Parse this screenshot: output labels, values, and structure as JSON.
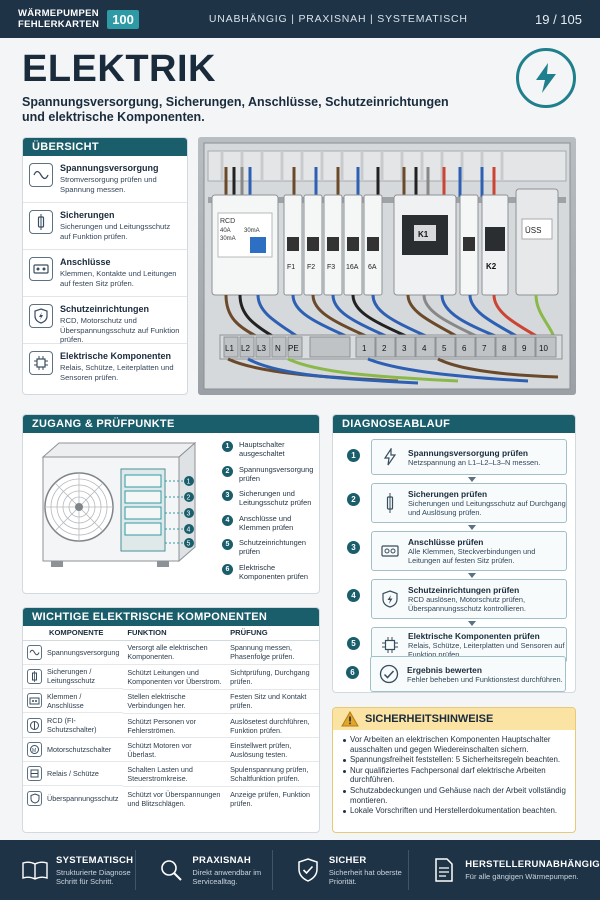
{
  "header": {
    "brand_line1": "WÄRMEPUMPEN",
    "brand_line2": "FEHLERKARTEN",
    "brand_number": "100",
    "tagline": "UNABHÄNGIG | PRAXISNAH | SYSTEMATISCH",
    "page": "19 / 105"
  },
  "hero": {
    "title": "ELEKTRIK",
    "subtitle": "Spannungsversorgung, Sicherungen, Anschlüsse, Schutzeinrichtungen und elektrische Komponenten."
  },
  "overview": {
    "heading": "ÜBERSICHT",
    "items": [
      {
        "icon": "sine-wave-icon",
        "title": "Spannungsversorgung",
        "desc": "Stromversorgung prüfen und Spannung messen."
      },
      {
        "icon": "fuse-icon",
        "title": "Sicherungen",
        "desc": "Sicherungen und Leitungsschutz auf Funktion prüfen."
      },
      {
        "icon": "connector-icon",
        "title": "Anschlüsse",
        "desc": "Klemmen, Kontakte und Leitungen auf festen Sitz prüfen."
      },
      {
        "icon": "shield-bolt-icon",
        "title": "Schutzeinrichtungen",
        "desc": "RCD, Motorschutz und Überspannungsschutz auf Funktion prüfen."
      },
      {
        "icon": "chip-icon",
        "title": "Elektrische Komponenten",
        "desc": "Relais, Schütze, Leiterplatten und Sensoren prüfen."
      }
    ]
  },
  "photo": {
    "rcd_label": "RCD",
    "rcd_rating1": "40A",
    "rcd_rating2": "30mA",
    "rcd_rating3": "30mA",
    "breakers": [
      "F1",
      "F2",
      "F3",
      "16A",
      "6A"
    ],
    "contactor1": "K1",
    "contactor2": "K2",
    "surge": "ÜSS",
    "terminals_left": [
      "L1",
      "L2",
      "L3",
      "N",
      "PE"
    ],
    "terminals_right": [
      "1",
      "2",
      "3",
      "4",
      "5",
      "6",
      "7",
      "8",
      "9",
      "10"
    ]
  },
  "access": {
    "heading": "ZUGANG & PRÜFPUNKTE",
    "markers": [
      "1",
      "2",
      "3",
      "4",
      "5"
    ],
    "points": [
      {
        "n": "1",
        "text": "Hauptschalter ausgeschaltet"
      },
      {
        "n": "2",
        "text": "Spannungsversorgung prüfen"
      },
      {
        "n": "3",
        "text": "Sicherungen und Leitungsschutz prüfen"
      },
      {
        "n": "4",
        "text": "Anschlüsse und Klemmen prüfen"
      },
      {
        "n": "5",
        "text": "Schutzeinrichtungen prüfen"
      },
      {
        "n": "6",
        "text": "Elektrische Komponenten prüfen"
      }
    ]
  },
  "components": {
    "heading": "WICHTIGE ELEKTRISCHE KOMPONENTEN",
    "columns": [
      "KOMPONENTE",
      "FUNKTION",
      "PRÜFUNG"
    ],
    "rows": [
      {
        "icon": "sine-wave-icon",
        "name": "Spannungsversorgung",
        "func": "Versorgt alle elektrischen Komponenten.",
        "test": "Spannung messen, Phasenfolge prüfen."
      },
      {
        "icon": "fuse-icon",
        "name": "Sicherungen / Leitungsschutz",
        "func": "Schützt Leitungen und Komponenten vor Überstrom.",
        "test": "Sichtprüfung, Durchgang prüfen."
      },
      {
        "icon": "terminal-icon",
        "name": "Klemmen / Anschlüsse",
        "func": "Stellen elektrische Verbindungen her.",
        "test": "Festen Sitz und Kontakt prüfen."
      },
      {
        "icon": "rcd-icon",
        "name": "RCD (FI-Schutzschalter)",
        "func": "Schützt Personen vor Fehlerströmen.",
        "test": "Auslösetest durchführen, Funktion prüfen."
      },
      {
        "icon": "motor-icon",
        "name": "Motorschutzschalter",
        "func": "Schützt Motoren vor Überlast.",
        "test": "Einstellwert prüfen, Auslösung testen."
      },
      {
        "icon": "relay-icon",
        "name": "Relais / Schütze",
        "func": "Schalten Lasten und Steuerstromkreise.",
        "test": "Spulenspannung prüfen, Schaltfunktion prüfen."
      },
      {
        "icon": "surge-icon",
        "name": "Überspannungsschutz",
        "func": "Schützt vor Überspannungen und Blitzschlägen.",
        "test": "Anzeige prüfen, Funktion prüfen."
      }
    ]
  },
  "diagnosis": {
    "heading": "DIAGNOSEABLAUF",
    "steps": [
      {
        "n": "1",
        "icon": "bolt-icon",
        "title": "Spannungsversorgung prüfen",
        "desc": "Netzspannung an L1–L2–L3–N messen."
      },
      {
        "n": "2",
        "icon": "fuse-icon",
        "title": "Sicherungen prüfen",
        "desc": "Sicherungen und Leitungsschutz auf Durchgang und Auslösung prüfen."
      },
      {
        "n": "3",
        "icon": "connector-icon",
        "title": "Anschlüsse prüfen",
        "desc": "Alle Klemmen, Steckverbindungen und Leitungen auf festen Sitz prüfen."
      },
      {
        "n": "4",
        "icon": "shield-bolt-icon",
        "title": "Schutzeinrichtungen prüfen",
        "desc": "RCD auslösen, Motorschutz prüfen, Überspannungsschutz kontrollieren."
      },
      {
        "n": "5",
        "icon": "chip-icon",
        "title": "Elektrische Komponenten prüfen",
        "desc": "Relais, Schütze, Leiterplatten und Sensoren auf Funktion prüfen."
      },
      {
        "n": "6",
        "icon": "check-circle-icon",
        "title": "Ergebnis bewerten",
        "desc": "Fehler beheben und Funktionstest durchführen."
      }
    ]
  },
  "safety": {
    "heading": "SICHERHEITSHINWEISE",
    "items": [
      "Vor Arbeiten an elektrischen Komponenten Hauptschalter ausschalten und gegen Wiedereinschalten sichern.",
      "Spannungsfreiheit feststellen: 5 Sicherheitsregeln beachten.",
      "Nur qualifiziertes Fachpersonal darf elektrische Arbeiten durchführen.",
      "Schutzabdeckungen und Gehäuse nach der Arbeit vollständig montieren.",
      "Lokale Vorschriften und Herstellerdokumentation beachten."
    ]
  },
  "footer": [
    {
      "icon": "book-icon",
      "title": "SYSTEMATISCH",
      "desc": "Strukturierte Diagnose Schritt für Schritt."
    },
    {
      "icon": "magnifier-icon",
      "title": "PRAXISNAH",
      "desc": "Direkt anwendbar im Servicealltag."
    },
    {
      "icon": "shield-check-icon",
      "title": "SICHER",
      "desc": "Sicherheit hat oberste Priorität."
    },
    {
      "icon": "document-icon",
      "title": "HERSTELLERUNABHÄNGIG",
      "desc": "Für alle gängigen Wärmepumpen."
    }
  ],
  "colors": {
    "navy": "#1f3347",
    "teal": "#1b5e6b",
    "accent": "#2d9aa5",
    "warning": "#fbe3a4"
  }
}
